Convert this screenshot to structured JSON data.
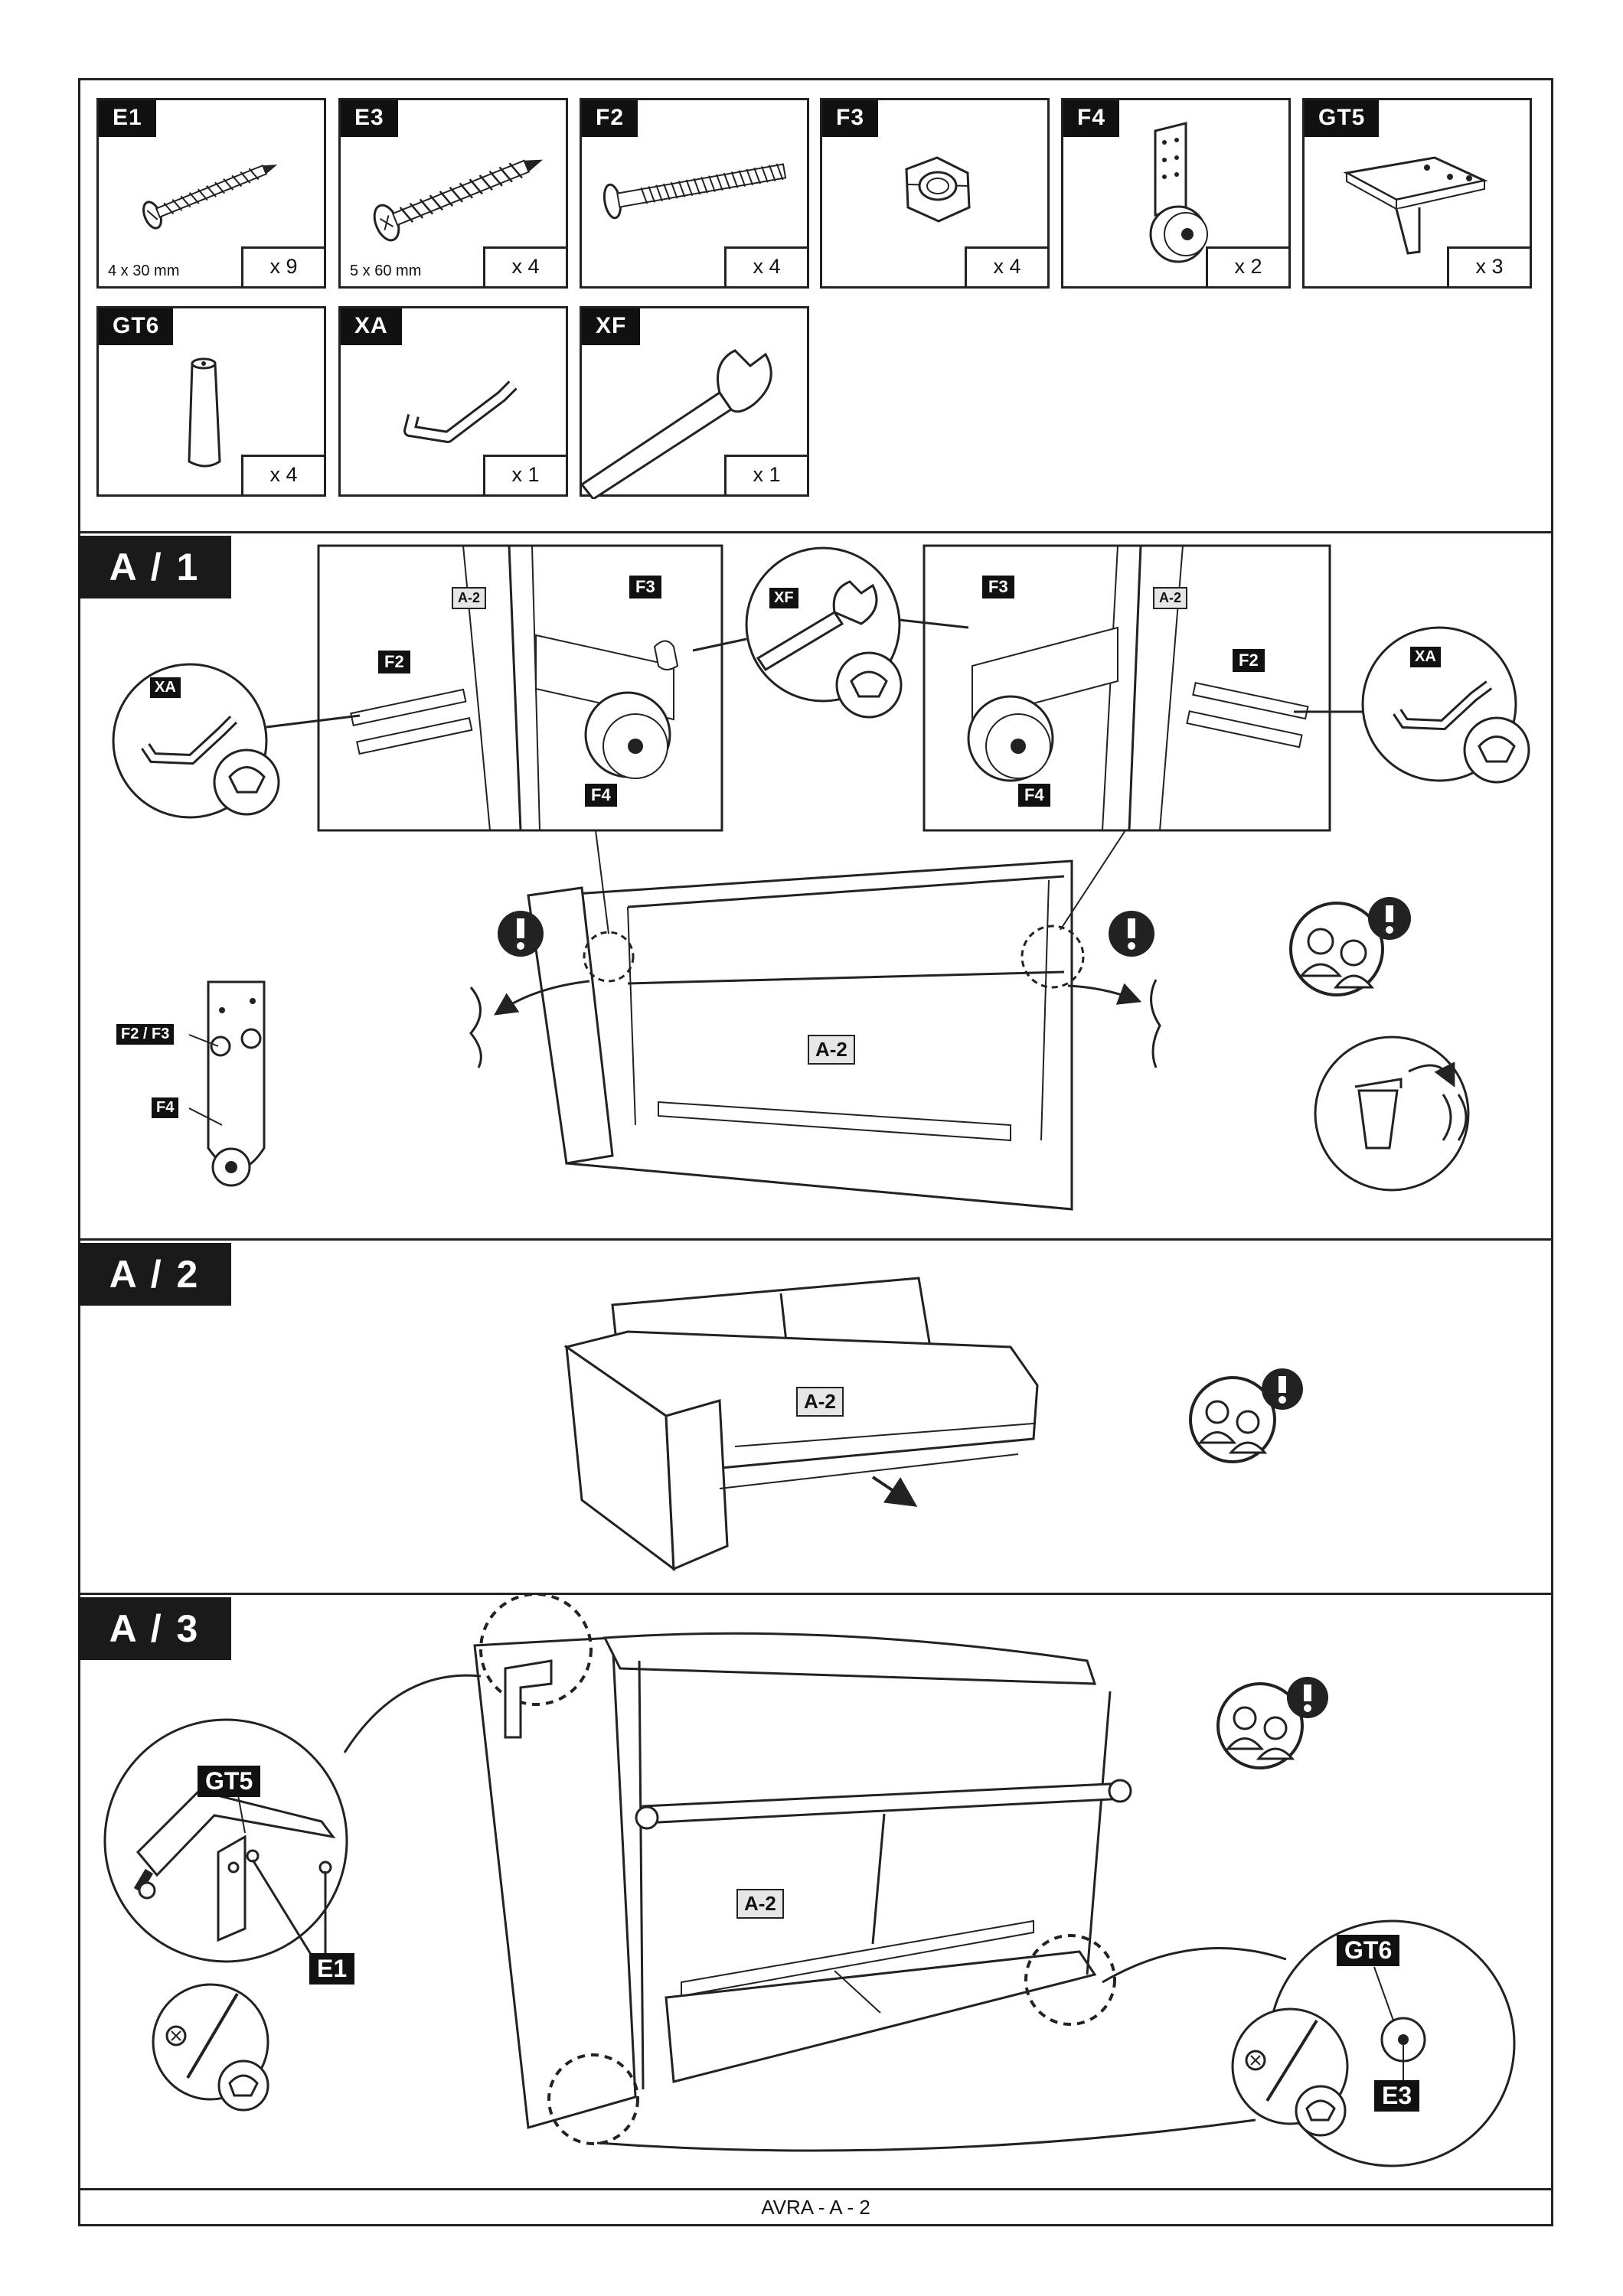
{
  "parts": [
    {
      "code": "E1",
      "qty": "x 9",
      "size": "4 x 30 mm",
      "icon": "screw-icon"
    },
    {
      "code": "E3",
      "qty": "x 4",
      "size": "5 x 60 mm",
      "icon": "long-screw-icon"
    },
    {
      "code": "F2",
      "qty": "x 4",
      "icon": "bolt-icon"
    },
    {
      "code": "F3",
      "qty": "x 4",
      "icon": "nut-icon"
    },
    {
      "code": "F4",
      "qty": "x 2",
      "icon": "wheel-bracket-icon"
    },
    {
      "code": "GT5",
      "qty": "x 3",
      "icon": "corner-leg-icon"
    },
    {
      "code": "GT6",
      "qty": "x 4",
      "icon": "cylinder-leg-icon"
    },
    {
      "code": "XA",
      "qty": "x 1",
      "icon": "allen-key-icon"
    },
    {
      "code": "XF",
      "qty": "x 1",
      "icon": "wrench-icon"
    }
  ],
  "sections": {
    "a1": {
      "label": "A / 1",
      "tags": {
        "a2": "A-2",
        "f2": "F2",
        "f3": "F3",
        "f4": "F4",
        "xa": "XA",
        "xf": "XF",
        "f2f3": "F2 / F3"
      }
    },
    "a2": {
      "label": "A / 2",
      "tags": {
        "a2": "A-2"
      }
    },
    "a3": {
      "label": "A / 3",
      "tags": {
        "a2": "A-2",
        "gt5": "GT5",
        "e1": "E1",
        "gt6": "GT6",
        "e3": "E3"
      }
    }
  },
  "footer": "AVRA - A - 2"
}
